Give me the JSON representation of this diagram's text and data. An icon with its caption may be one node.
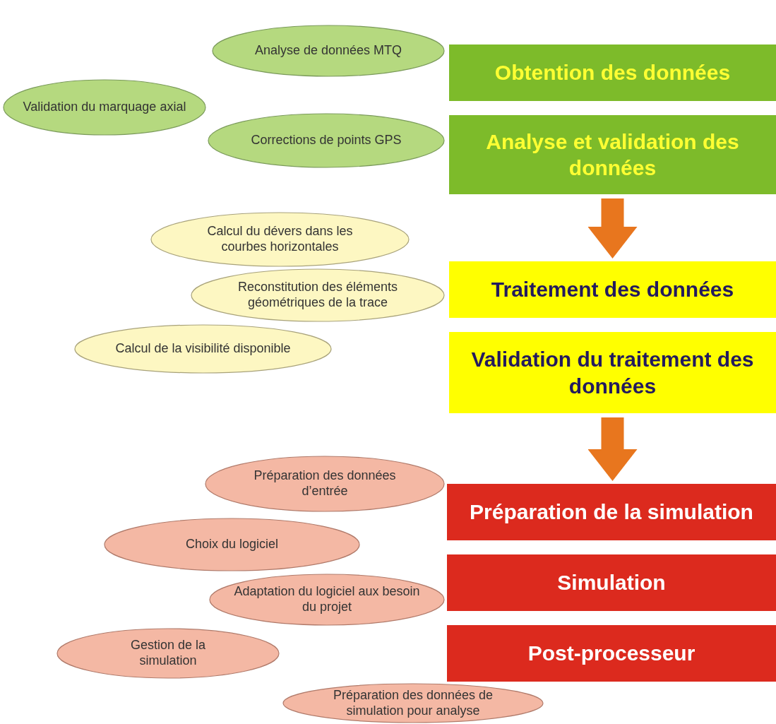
{
  "diagram": {
    "nodes": [
      {
        "text": [
          "Analyse de données MTQ"
        ]
      },
      {
        "text": [
          "Obtention des données"
        ]
      },
      {
        "text": [
          "Validation du marquage axial"
        ]
      },
      {
        "text": [
          "Corrections de points GPS"
        ]
      },
      {
        "text": [
          "Analyse et validation des données"
        ]
      },
      {
        "text": [
          "Calcul du dévers dans les courbes horizontales"
        ]
      },
      {
        "text": [
          "Reconstitution des éléments géométriques de la trace"
        ]
      },
      {
        "text": [
          "Traitement des données"
        ]
      },
      {
        "text": [
          "Calcul de la visibilité disponible"
        ]
      },
      {
        "text": [
          "Validation du traitement des données"
        ]
      },
      {
        "text": [
          "Préparation des données d’entrée"
        ]
      },
      {
        "text": [
          "Préparation de la simulation"
        ]
      },
      {
        "text": [
          "Choix du logiciel"
        ]
      },
      {
        "text": [
          "Adaptation du logiciel aux besoin du projet"
        ]
      },
      {
        "text": [
          "Simulation"
        ]
      },
      {
        "text": [
          "Gestion de la simulation"
        ]
      },
      {
        "text": [
          "Post-processeur"
        ]
      },
      {
        "text": [
          "Préparation des données de simulation pour analyse"
        ]
      }
    ],
    "edges": [
      {
        "from": 4,
        "to": 7,
        "arrow": "to"
      },
      {
        "from": 9,
        "to": 11,
        "arrow": "to"
      }
    ]
  }
}
